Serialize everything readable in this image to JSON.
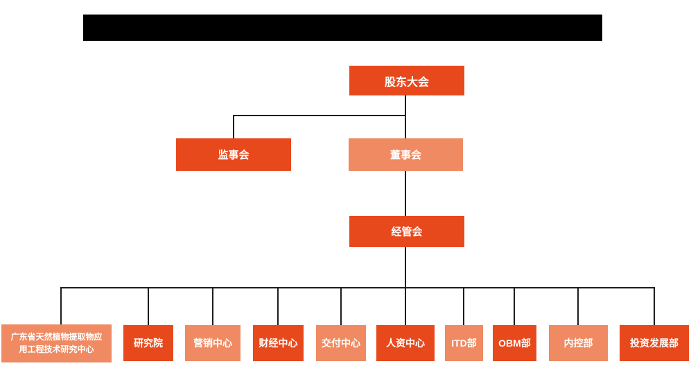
{
  "colors": {
    "primary_orange": "#e8491c",
    "light_orange": "#f08a62",
    "connector_line": "#1c1c1c",
    "node_text": "#ffffff",
    "redacted_bar": "#000000",
    "background": "#ffffff"
  },
  "org_chart": {
    "root": {
      "label": "股东大会"
    },
    "supervisory_board": {
      "label": "监事会"
    },
    "board_of_directors": {
      "label": "董事会"
    },
    "management_committee": {
      "label": "经管会"
    },
    "departments": [
      {
        "label": "广东省天然植物提取物应用工程技术研究中心"
      },
      {
        "label": "研究院"
      },
      {
        "label": "营销中心"
      },
      {
        "label": "财经中心"
      },
      {
        "label": "交付中心"
      },
      {
        "label": "人资中心"
      },
      {
        "label": "ITD部"
      },
      {
        "label": "OBM部"
      },
      {
        "label": "内控部"
      },
      {
        "label": "投资发展部"
      }
    ]
  }
}
